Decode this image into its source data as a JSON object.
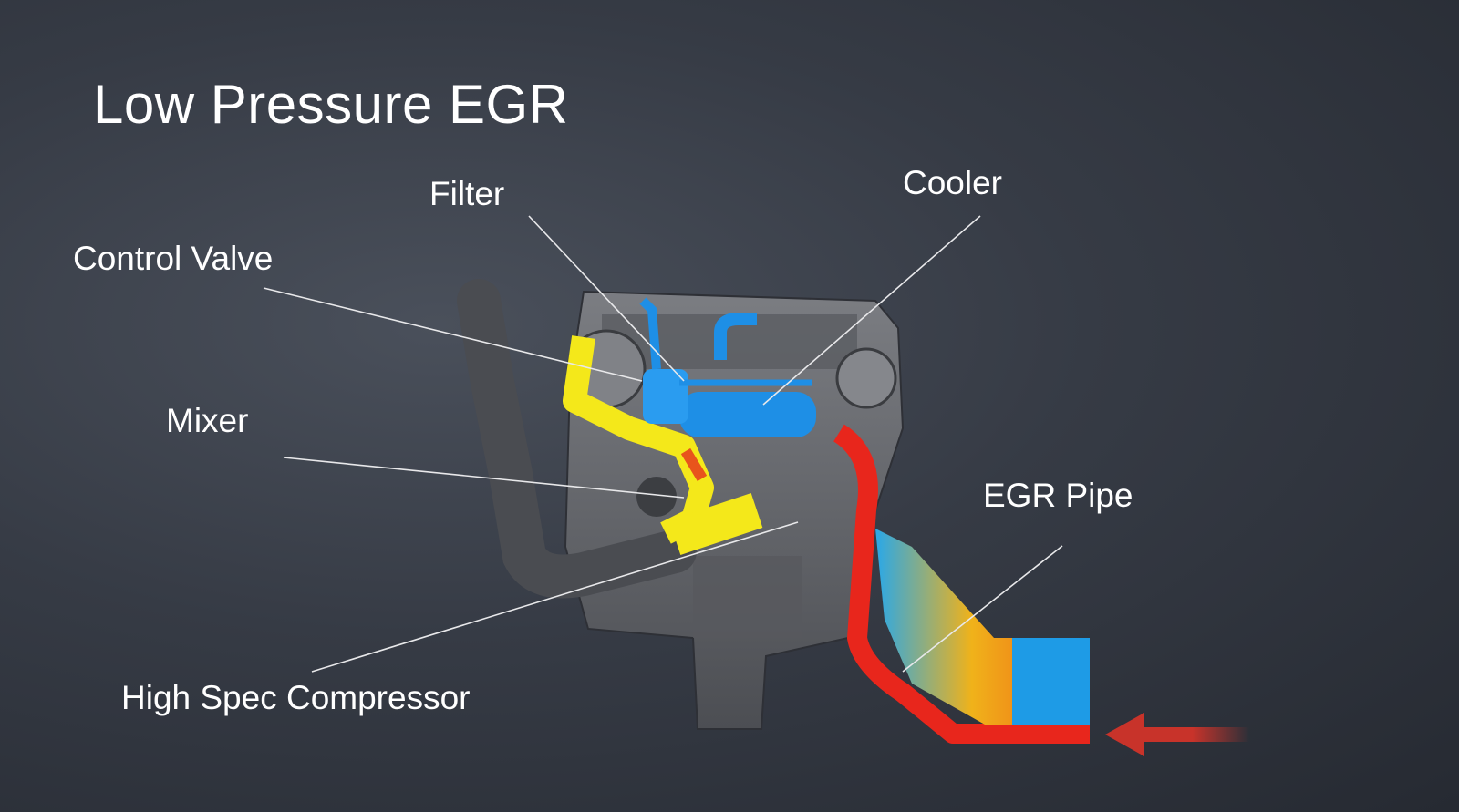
{
  "slide": {
    "title": "Low Pressure EGR",
    "labels": {
      "filter": "Filter",
      "cooler": "Cooler",
      "control_valve": "Control Valve",
      "mixer": "Mixer",
      "egr_pipe": "EGR Pipe",
      "compressor": "High Spec Compressor"
    }
  },
  "colors": {
    "egr_circuit": "#1e8fe6",
    "intake_path": "#f4e81a",
    "exhaust_pipe": "#e8261c",
    "engine": "#6a6c70",
    "flow_arrow": "#c8332a"
  }
}
